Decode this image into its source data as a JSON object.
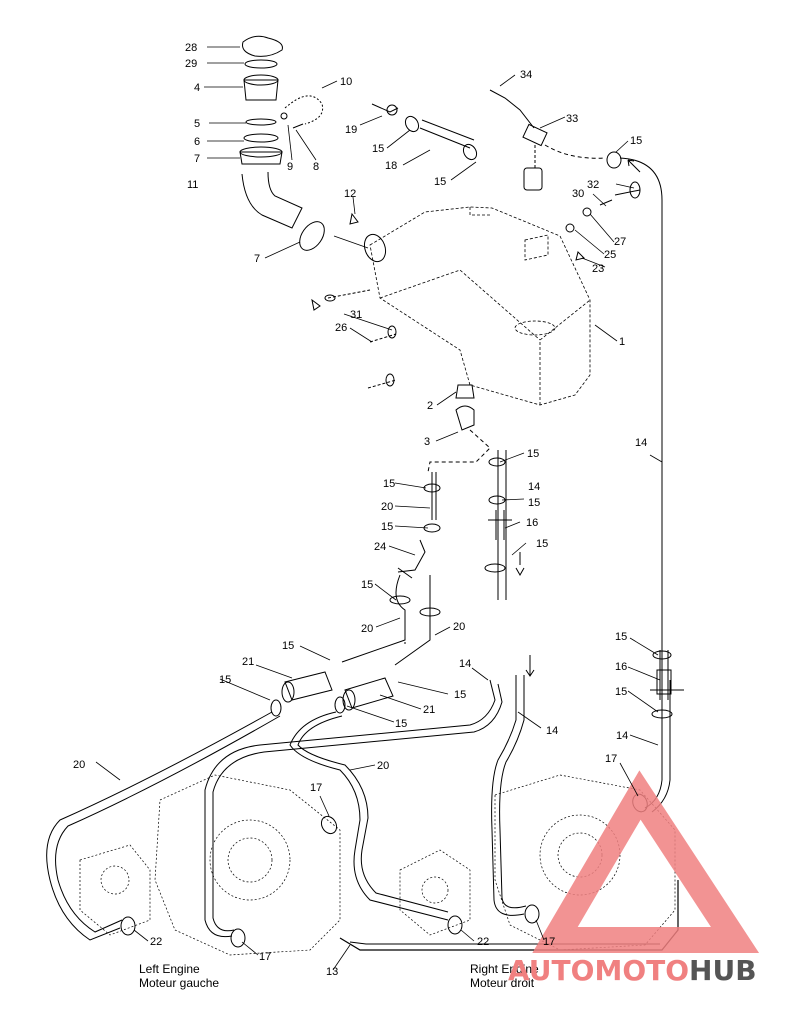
{
  "labels": {
    "l28": "28",
    "l29": "29",
    "l4": "4",
    "l10": "10",
    "l5": "5",
    "l6": "6",
    "l7a": "7",
    "l9": "9",
    "l8": "8",
    "l11": "11",
    "l19": "19",
    "l34": "34",
    "l33": "33",
    "l15a": "15",
    "l18": "18",
    "l15b": "15",
    "l15c": "15",
    "l12": "12",
    "l30": "30",
    "l32": "32",
    "l27": "27",
    "l25": "25",
    "l23": "23",
    "l7b": "7",
    "l1": "1",
    "l31": "31",
    "l26": "26",
    "l2": "2",
    "l3": "3",
    "l14a": "14",
    "l15d": "15",
    "l14b": "14",
    "l15e": "15",
    "l15f": "15",
    "l20a": "20",
    "l15g": "15",
    "l16a": "16",
    "l24": "24",
    "l15h": "15",
    "l15i": "15",
    "l20b": "20",
    "l20c": "20",
    "l15j": "15",
    "l21a": "21",
    "l15k": "15",
    "l14c": "14",
    "l15l": "15",
    "l16b": "16",
    "l15m": "15",
    "l15n": "15",
    "l21b": "21",
    "l14d": "14",
    "l14e": "14",
    "l20d": "20",
    "l20e": "20",
    "l17a": "17",
    "l17b": "17",
    "l22a": "22",
    "l17c": "17",
    "l22b": "22",
    "l17d": "17",
    "l13": "13"
  },
  "captions": {
    "left_engine_en": "Left Engine",
    "left_engine_fr": "Moteur gauche",
    "right_engine_en": "Right Engine",
    "right_engine_fr": "Moteur droit"
  },
  "watermark": {
    "part1": "AUTO",
    "part2": "MOTO",
    "part3": "HUB",
    "accent_color": "#f08080",
    "dark_color": "#555555"
  }
}
